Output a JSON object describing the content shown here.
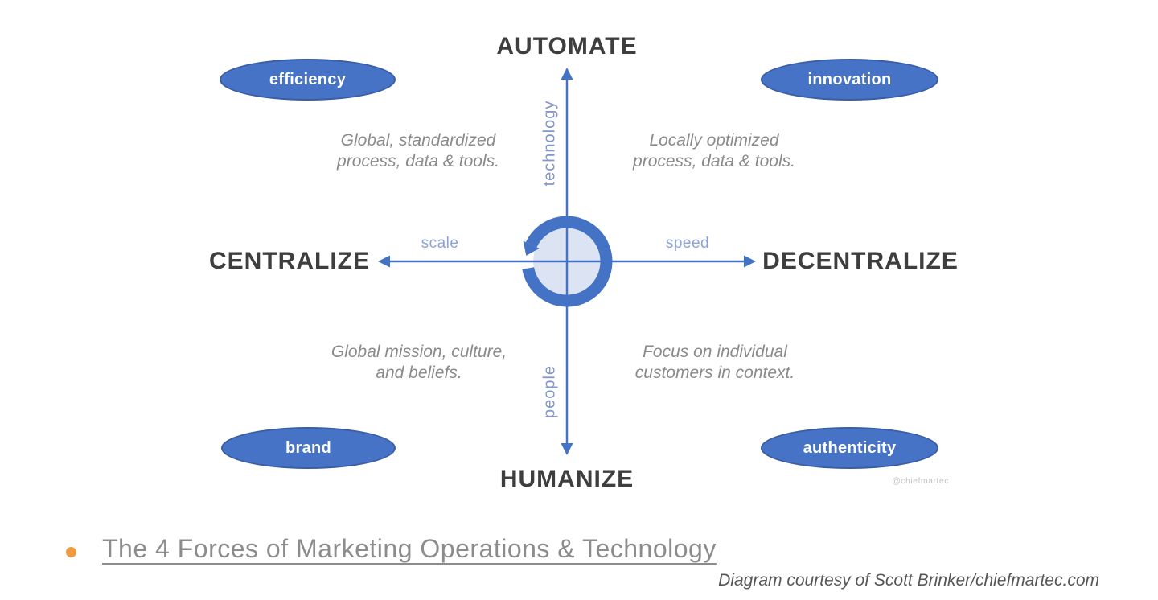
{
  "colors": {
    "primary_blue": "#4472c4",
    "badge_fill": "#4673c5",
    "badge_border": "#3a5da8",
    "center_circle_fill": "#dce4f4",
    "axis_word_blue": "#8ea3d8",
    "pole_text_gray": "#3e3e3e",
    "quadrant_text_gray": "#8a8a8a",
    "bullet_orange": "#f09a3d",
    "link_gray": "#8c8c8c",
    "watermark_gray": "#c2c2c2"
  },
  "diagram": {
    "pole_top": "AUTOMATE",
    "pole_bottom": "HUMANIZE",
    "pole_left": "CENTRALIZE",
    "pole_right": "DECENTRALIZE",
    "axis_vertical_top_label": "technology",
    "axis_vertical_bottom_label": "people",
    "axis_horizontal_left_label": "scale",
    "axis_horizontal_right_label": "speed",
    "badge_top_left": "efficiency",
    "badge_top_right": "innovation",
    "badge_bottom_left": "brand",
    "badge_bottom_right": "authenticity",
    "quadrant_top_left": "Global, standardized\nprocess, data & tools.",
    "quadrant_top_right": "Locally optimized\nprocess, data & tools.",
    "quadrant_bottom_left": "Global mission, culture,\nand beliefs.",
    "quadrant_bottom_right": "Focus on individual\ncustomers in context.",
    "watermark": "@chiefmartec"
  },
  "footer": {
    "link_text": "The 4 Forces of Marketing Operations & Technology",
    "attribution": "Diagram courtesy of Scott Brinker/chiefmartec.com"
  }
}
